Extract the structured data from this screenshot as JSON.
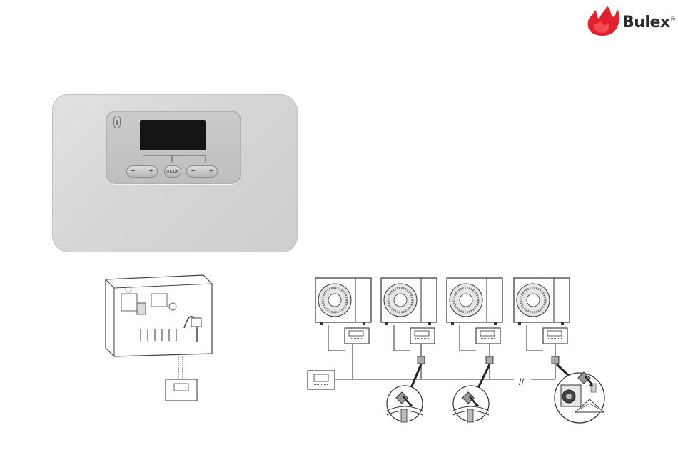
{
  "brand": {
    "name": "Bulex",
    "reg_mark": "®",
    "accent": "#e4202c"
  },
  "controller": {
    "buttons": [
      {
        "minus": "−",
        "plus": "+"
      },
      {
        "label": "mode"
      },
      {
        "minus": "−",
        "plus": "+"
      }
    ],
    "icons": [
      "thermometer-icon"
    ],
    "colors": {
      "body": "#d9d9d9",
      "screen": "#151515"
    }
  },
  "diagram": {
    "heat_pump_count": 4,
    "break_mark": "//",
    "icons": [
      "heat-pump-icon",
      "control-box-icon",
      "connector-icon",
      "terminal-resistor-icon",
      "wall-mount-icon"
    ]
  }
}
